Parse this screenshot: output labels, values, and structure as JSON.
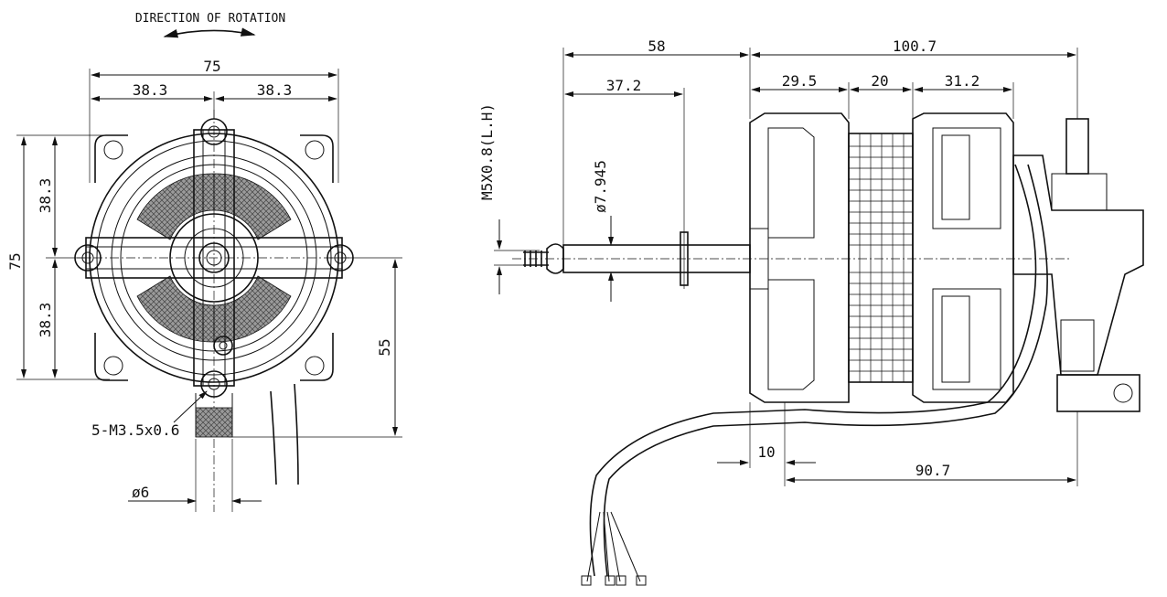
{
  "labels": {
    "rotation": "DIRECTION OF ROTATION",
    "front_width": "75",
    "front_half_left": "38.3",
    "front_half_right": "38.3",
    "front_height": "75",
    "front_half_top": "38.3",
    "front_half_bottom": "38.3",
    "shaft_height": "55",
    "screws": "5-M3.5x0.6",
    "hole_dia": "ø6",
    "shaft_total": "58",
    "body_total": "100.7",
    "shaft_part": "37.2",
    "seg1": "29.5",
    "seg2": "20",
    "seg3": "31.2",
    "thread": "M5X0.8(L.H)",
    "shaft_dia": "ø7.945",
    "flange": "10",
    "overall": "90.7"
  }
}
